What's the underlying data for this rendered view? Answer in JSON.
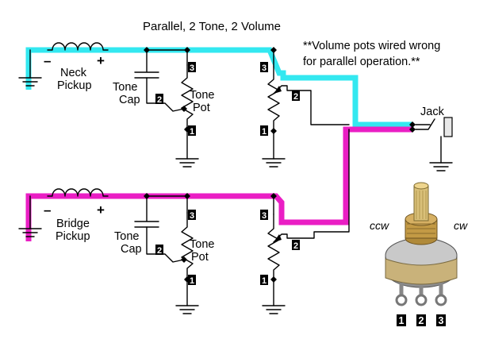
{
  "title": "Parallel, 2 Tone, 2 Volume",
  "note": {
    "line1": "**Volume pots wired wrong",
    "line2": "for parallel operation.**"
  },
  "pickups": [
    {
      "name_line1": "Neck",
      "name_line2": "Pickup",
      "minus": "–",
      "plus": "+",
      "hot_wire_color": "#33e8f0"
    },
    {
      "name_line1": "Bridge",
      "name_line2": "Pickup",
      "minus": "–",
      "plus": "+",
      "hot_wire_color": "#ea1ec4"
    }
  ],
  "tone_cap": {
    "line1": "Tone",
    "line2": "Cap"
  },
  "tone_pot": {
    "line1": "Tone",
    "line2": "Pot"
  },
  "pins": {
    "p1": "1",
    "p2": "2",
    "p3": "3"
  },
  "jack": "Jack",
  "pot_photo": {
    "ccw": "ccw",
    "cw": "cw",
    "lugs": [
      "1",
      "2",
      "3"
    ]
  }
}
